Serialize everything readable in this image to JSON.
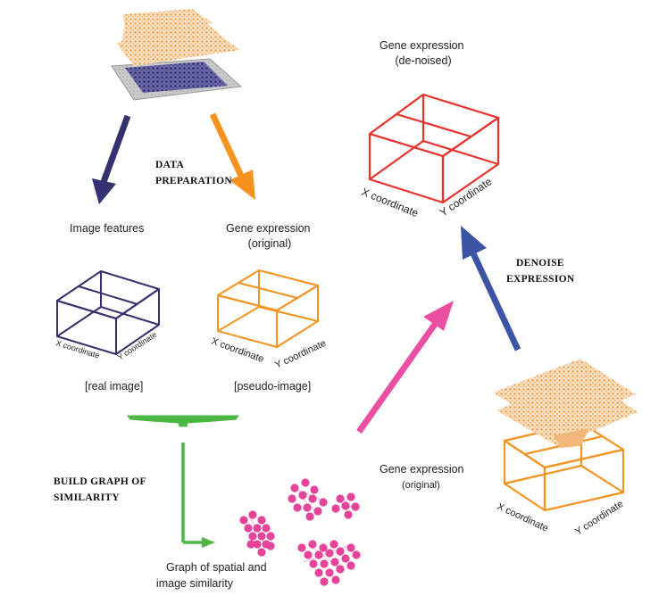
{
  "steps": {
    "data_preparation": [
      "DATA",
      "PREPARATION"
    ],
    "denoise_expression": [
      "DENOISE",
      "EXPRESSION"
    ],
    "build_graph": [
      "BUILD GRAPH OF",
      "SIMILARITY"
    ]
  },
  "panels": {
    "image_features": {
      "title": "Image features",
      "x_axis": "X coordinate",
      "y_axis": "Y coordinate",
      "caption": "[real image]"
    },
    "gene_original_left": {
      "title": [
        "Gene expression",
        "(original)"
      ],
      "x_axis": "X coordinate",
      "y_axis": "Y coordinate",
      "caption": "[pseudo-image]"
    },
    "gene_denoised": {
      "title": [
        "Gene expression",
        "(de-noised)"
      ],
      "x_axis": "X coordinate",
      "y_axis": "Y coordinate"
    },
    "gene_original_right": {
      "title": [
        "Gene expression",
        "(original)"
      ],
      "x_axis": "X coordinate",
      "y_axis": "Y coordinate"
    },
    "graph": {
      "title": [
        "Graph of spatial and",
        "image similarity"
      ]
    }
  },
  "colors": {
    "navy": "#35306f",
    "orange": "#f6921e",
    "red": "#e8322b",
    "blue": "#3b55a4",
    "pink": "#ec4fa1",
    "green": "#4cb843",
    "node": "#e6449a",
    "tissue": "#f4b77a"
  },
  "icons": [
    "tissue-stack-icon",
    "tissue-cube-icon",
    "similarity-graph-icon"
  ]
}
